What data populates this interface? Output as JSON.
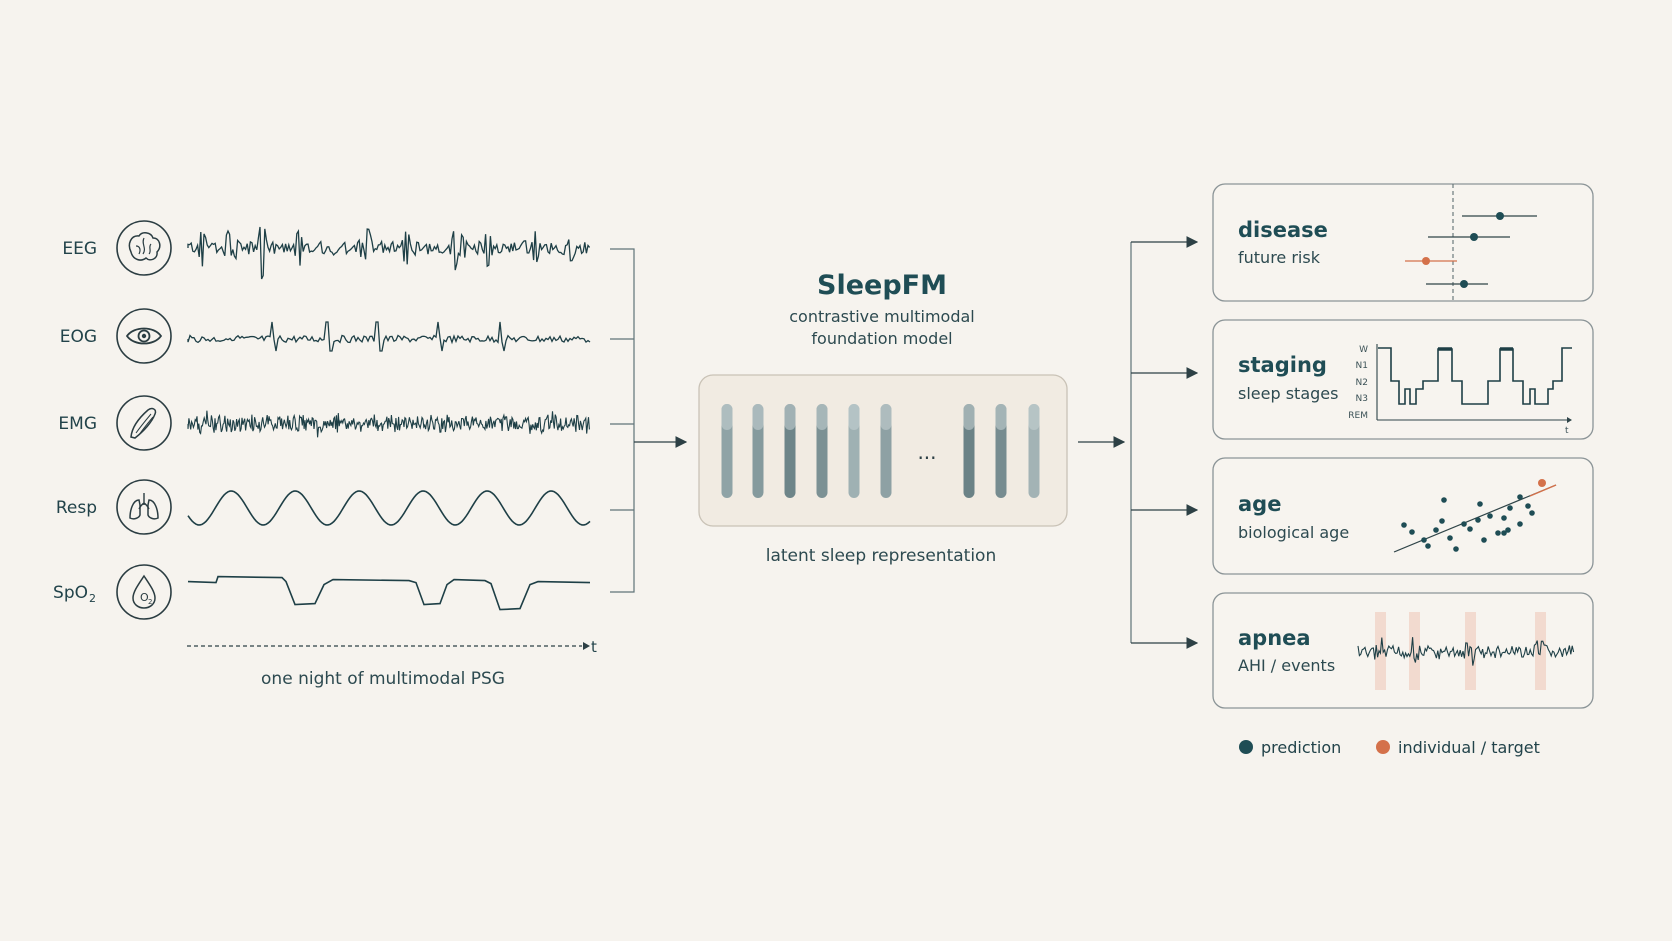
{
  "colors": {
    "background": "#f6f3ee",
    "primary": "#1f4d55",
    "signal": "#1e3f46",
    "accent_orange": "#d4714a",
    "highlight_band": "#efcfc2",
    "line": "#5f7378"
  },
  "signals": [
    {
      "id": "eeg",
      "label": "EEG",
      "label_sub": "",
      "icon": "brain-icon"
    },
    {
      "id": "eog",
      "label": "EOG",
      "label_sub": "",
      "icon": "eye-icon"
    },
    {
      "id": "emg",
      "label": "EMG",
      "label_sub": "",
      "icon": "muscle-icon"
    },
    {
      "id": "resp",
      "label": "Resp",
      "label_sub": "",
      "icon": "lungs-icon"
    },
    {
      "id": "spo2",
      "label": "SpO",
      "label_sub": "2",
      "icon": "oxygen-drop-icon"
    }
  ],
  "icons": {
    "oxygen_glyph": "O",
    "oxygen_sub": "2"
  },
  "time_axis": {
    "label": "t"
  },
  "psg_caption": "one night of multimodal PSG",
  "model": {
    "title": "SleepFM",
    "subtitle_line1": "contrastive multimodal",
    "subtitle_line2": "foundation model",
    "ellipsis": "...",
    "latent_caption": "latent sleep representation"
  },
  "cards": {
    "disease": {
      "title": "disease",
      "subtitle": "future risk"
    },
    "staging": {
      "title": "staging",
      "subtitle": "sleep stages",
      "stage_labels": [
        "W",
        "N1",
        "N2",
        "N3",
        "REM"
      ],
      "axis_label": "t"
    },
    "age": {
      "title": "age",
      "subtitle": "biological age"
    },
    "apnea": {
      "title": "apnea",
      "subtitle": "AHI / events"
    }
  },
  "legend": {
    "prediction": {
      "label": "prediction",
      "color": "#1f4d55"
    },
    "individual": {
      "label": "individual / target",
      "color": "#d4714a"
    }
  }
}
